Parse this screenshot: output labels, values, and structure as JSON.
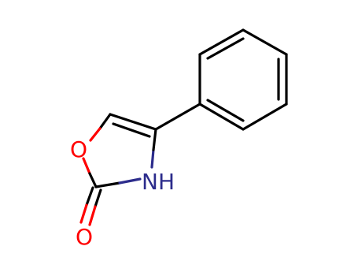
{
  "molecule": {
    "atoms": {
      "ring_oxygen": {
        "text": "O",
        "color": "#ff0000"
      },
      "nitrogen_h": {
        "text": "NH",
        "color": "#2c2c8c"
      },
      "carbonyl_oxygen": {
        "text": "O",
        "color": "#ff0000"
      }
    },
    "bond_color": "#000000",
    "heteroatom_bond_colors": {
      "oxygen": "#ff0000",
      "nitrogen": "#2c2c8c"
    }
  }
}
